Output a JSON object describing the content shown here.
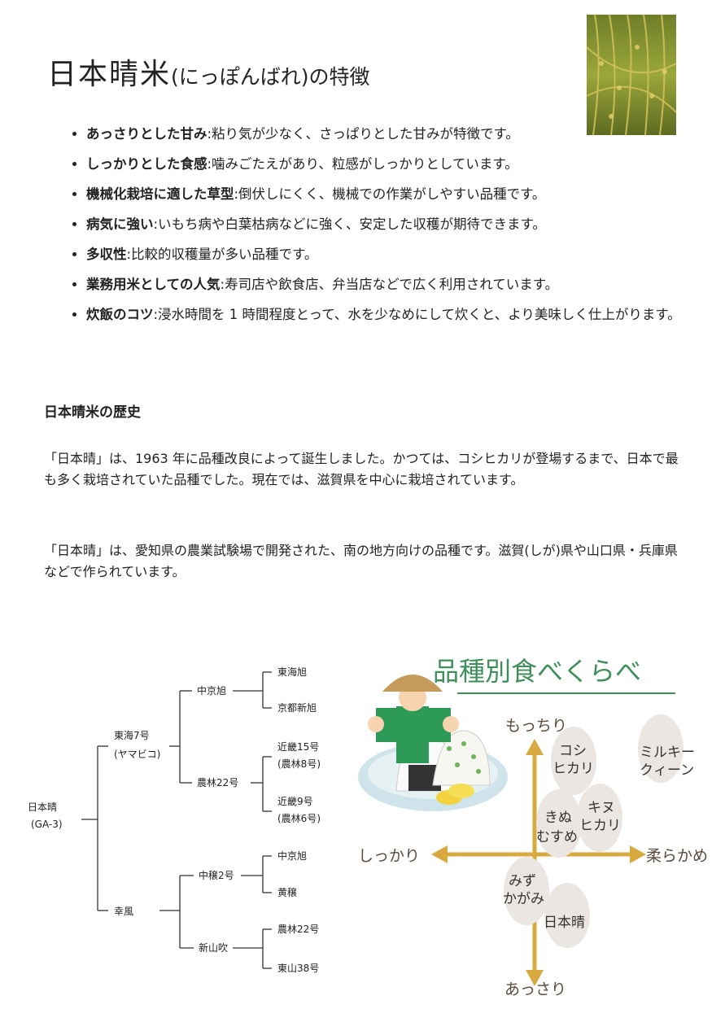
{
  "header": {
    "title": "日本晴米",
    "title_sub": "(にっぽんばれ)の特徴",
    "photo": "rice-field-photo"
  },
  "features": [
    {
      "term": "あっさりとした甘み",
      "desc": ":粘り気が少なく、さっぱりとした甘みが特徴です。"
    },
    {
      "term": "しっかりとした食感",
      "desc": ":噛みごたえがあり、粒感がしっかりとしています。"
    },
    {
      "term": "機械化栽培に適した草型",
      "desc": ":倒伏しにくく、機械での作業がしやすい品種です。"
    },
    {
      "term": "病気に強い",
      "desc": ":いもち病や白葉枯病などに強く、安定した収穫が期待できます。"
    },
    {
      "term": "多収性",
      "desc": ":比較的収穫量が多い品種です。"
    },
    {
      "term": "業務用米としての人気",
      "desc": ":寿司店や飲食店、弁当店などで広く利用されています。"
    },
    {
      "term": "炊飯のコツ",
      "desc": ":浸水時間を 1 時間程度とって、水を少なめにして炊くと、より美味しく仕上がります。"
    }
  ],
  "history": {
    "heading": "日本晴米の歴史",
    "p1": "「日本晴」は、1963 年に品種改良によって誕生しました。かつては、コシヒカリが登場するまで、日本で最も多く栽培されていた品種でした。現在では、滋賀県を中心に栽培されています。",
    "p2": "「日本晴」は、愛知県の農業試験場で開発された、南の地方向けの品種です。滋賀(しが)県や山口県・兵庫県などで作られています。"
  },
  "pedigree": {
    "root": [
      "日本晴",
      "(GA-3)"
    ],
    "p1": [
      "東海7号",
      "(ヤマビコ)"
    ],
    "p2": "幸風",
    "g1": "中京旭",
    "g2": "農林22号",
    "g3": "中穣2号",
    "g4": "新山吹",
    "l1": "東海旭",
    "l2": "京都新旭",
    "l3": [
      "近畿15号",
      "(農林8号)"
    ],
    "l4": [
      "近畿9号",
      "(農林6号)"
    ],
    "l5": "中京旭",
    "l6": "黄穣",
    "l7": "農林22号",
    "l8": "東山38号"
  },
  "taste_chart": {
    "title": "品種別食べくらべ",
    "axis_top": "もっちり",
    "axis_bottom": "あっさり",
    "axis_left": "しっかり",
    "axis_right": "柔らかめ",
    "varieties": [
      {
        "lines": [
          "コシ",
          "ヒカリ"
        ]
      },
      {
        "lines": [
          "ミルキー",
          "クィーン"
        ]
      },
      {
        "lines": [
          "キヌ",
          "ヒカリ"
        ]
      },
      {
        "lines": [
          "きぬ",
          "むすめ"
        ]
      },
      {
        "lines": [
          "みず",
          "かがみ"
        ]
      },
      {
        "lines": [
          "日本晴"
        ]
      }
    ],
    "colors": {
      "title": "#3f8f5a",
      "axis": "#d8a93e",
      "grain": "#ebe6e2"
    }
  }
}
